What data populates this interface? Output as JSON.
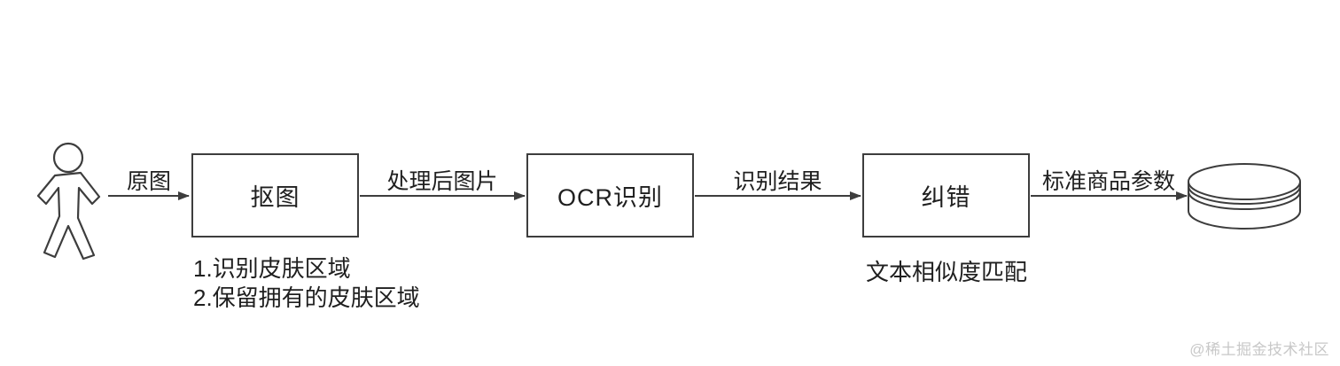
{
  "diagram": {
    "actor": "user-figure",
    "nodes": [
      {
        "label": "抠图"
      },
      {
        "label": "OCR识别"
      },
      {
        "label": "纠错"
      }
    ],
    "arrows": [
      {
        "label": "原图"
      },
      {
        "label": "处理后图片"
      },
      {
        "label": "识别结果"
      },
      {
        "label": "标准商品参数"
      }
    ],
    "notes": {
      "matting_line1": "1.识别皮肤区域",
      "matting_line2": "2.保留拥有的皮肤区域",
      "correction": "文本相似度匹配"
    },
    "database": "standard-product-parameter-database",
    "watermark": "@稀土掘金技术社区"
  },
  "colors": {
    "stroke": "#3d3d3d",
    "text": "#1f1f1f",
    "watermark": "#c8c8c8",
    "background": "#ffffff"
  }
}
